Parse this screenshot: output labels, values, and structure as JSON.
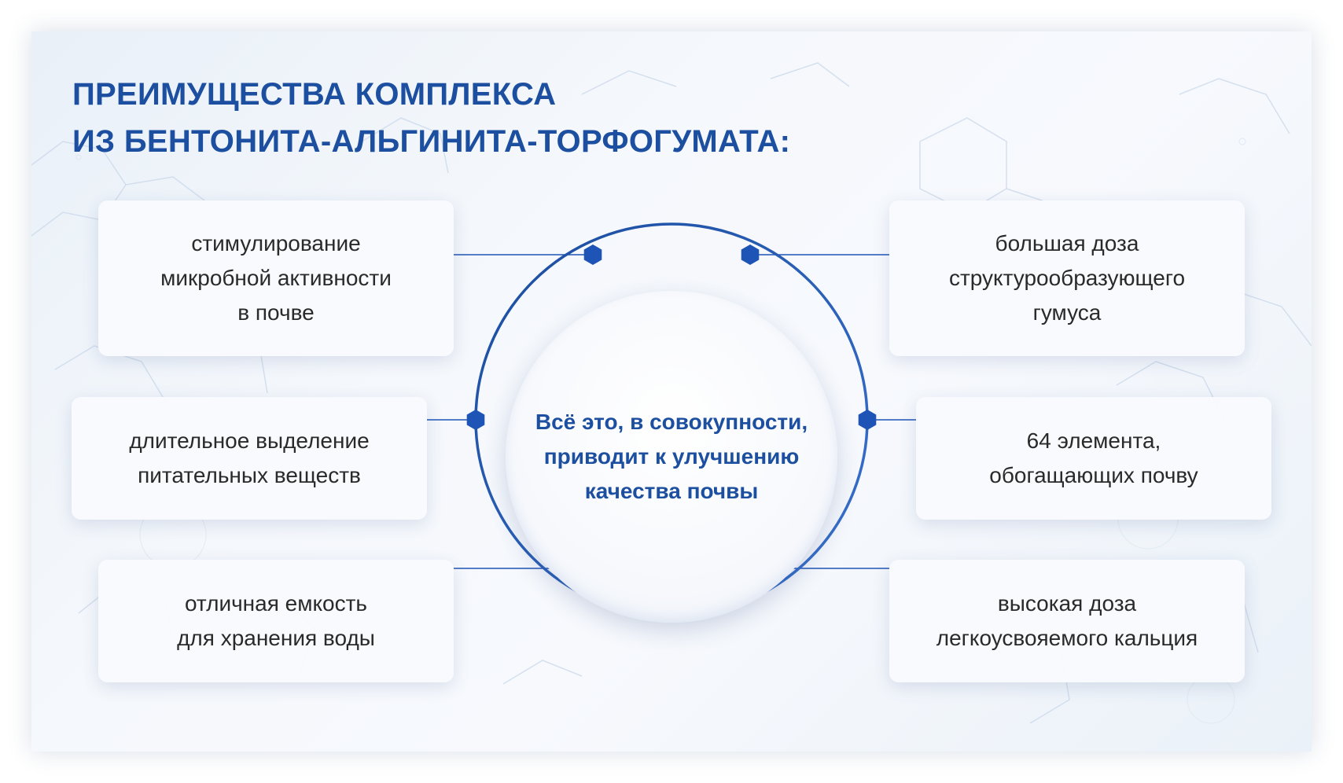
{
  "title": {
    "line1": "ПРЕИМУЩЕСТВА КОМПЛЕКСА",
    "line2": "ИЗ БЕНТОНИТА-АЛЬГИНИТА-ТОРФОГУМАТА:"
  },
  "center": {
    "lines": [
      "Всё это, в совокупности,",
      "приводит к улучшению",
      "качества почвы"
    ]
  },
  "benefits": {
    "left": [
      {
        "lines": [
          "стимулирование",
          "микробной активности",
          "в почве"
        ]
      },
      {
        "lines": [
          "длительное выделение",
          "питательных веществ"
        ]
      },
      {
        "lines": [
          "отличная емкость",
          "для хранения воды"
        ]
      }
    ],
    "right": [
      {
        "lines": [
          "большая доза",
          "структурообразующего",
          "гумуса"
        ]
      },
      {
        "lines": [
          "64 элемента,",
          "обогащающих почву"
        ]
      },
      {
        "lines": [
          "высокая доза",
          "легкоусвояемого кальция"
        ]
      }
    ]
  },
  "colors": {
    "accent": "#1d4fa0",
    "ring": "#2358b0",
    "text": "#2a2a2a",
    "hex_node": "#1e54b5"
  },
  "icons": {
    "node": "hexagon-node-icon",
    "background": "molecule-pattern"
  }
}
